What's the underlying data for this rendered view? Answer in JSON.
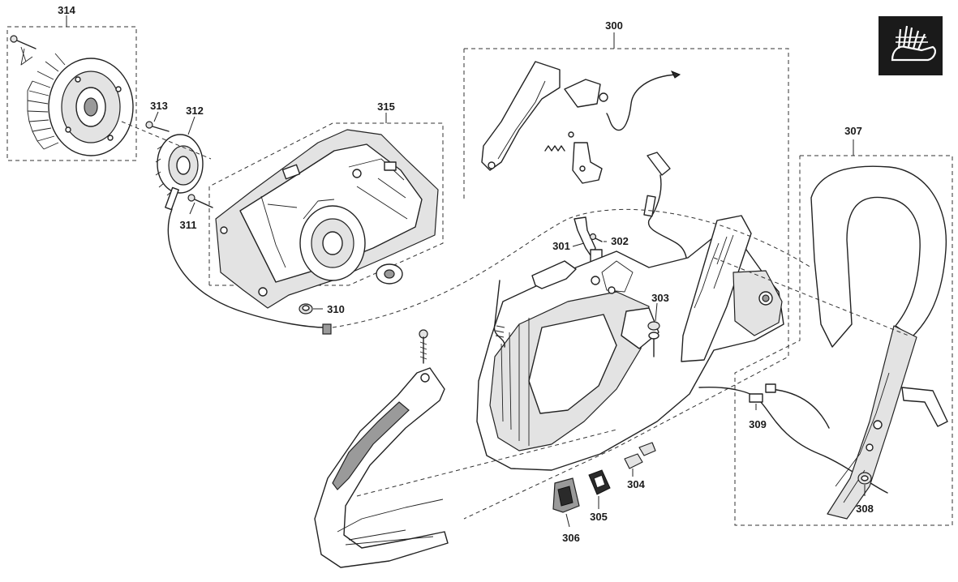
{
  "labels": {
    "p300": "300",
    "p301": "301",
    "p302": "302",
    "p303": "303",
    "p304": "304",
    "p305": "305",
    "p306": "306",
    "p307": "307",
    "p308": "308",
    "p309": "309",
    "p310": "310",
    "p311": "311",
    "p312": "312",
    "p313": "313",
    "p314": "314",
    "p315": "315"
  },
  "icons": {
    "tool_icon": "saw-glove-icon"
  },
  "colors": {
    "ink": "#222222",
    "icon_background": "#1a1a1a",
    "icon_foreground": "#ffffff"
  }
}
